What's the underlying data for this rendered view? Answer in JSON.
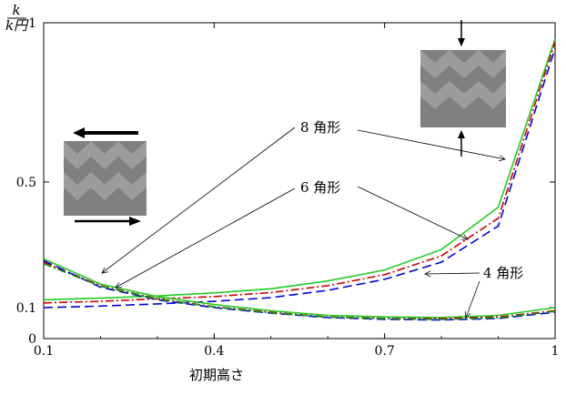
{
  "chart_data": {
    "type": "line",
    "xlabel": "初期高さ",
    "ylabel_numerator": "k",
    "ylabel_denominator": "k円",
    "xlim": [
      0.1,
      1.0
    ],
    "ylim": [
      0,
      1.0
    ],
    "x_ticks": [
      "0.1",
      "0.4",
      "0.7",
      "1"
    ],
    "y_ticks": [
      "0",
      "0.1",
      "0.5",
      "1"
    ],
    "y_tick_values": [
      0,
      0.1,
      0.5,
      1.0
    ],
    "x_tick_values": [
      0.1,
      0.4,
      0.7,
      1.0
    ],
    "colors": {
      "octagon": "#22cc22",
      "hexagon": "#cc0000",
      "dashdot2": "#1e8c1e",
      "square": "#0000dd"
    },
    "annotations": {
      "octagon": "8 角形",
      "hexagon": "6 角形",
      "square": "4 角形"
    },
    "series": [
      {
        "annotation": "octagon",
        "style": "solid",
        "color": "#22cc22",
        "group": "compression",
        "x": [
          0.1,
          0.2,
          0.3,
          0.4,
          0.5,
          0.6,
          0.7,
          0.8,
          0.9,
          1.0
        ],
        "y": [
          0.125,
          0.13,
          0.137,
          0.147,
          0.16,
          0.185,
          0.22,
          0.285,
          0.42,
          0.95
        ]
      },
      {
        "annotation": "hexagon",
        "style": "dashdot",
        "color": "#cc0000",
        "group": "compression",
        "x": [
          0.1,
          0.2,
          0.3,
          0.4,
          0.5,
          0.6,
          0.7,
          0.8,
          0.9,
          1.0
        ],
        "y": [
          0.115,
          0.12,
          0.128,
          0.135,
          0.148,
          0.17,
          0.205,
          0.265,
          0.385,
          0.94
        ]
      },
      {
        "annotation": "square",
        "style": "dashed",
        "color": "#0000dd",
        "group": "compression",
        "x": [
          0.1,
          0.2,
          0.3,
          0.4,
          0.5,
          0.6,
          0.7,
          0.8,
          0.9,
          1.0
        ],
        "y": [
          0.1,
          0.105,
          0.112,
          0.12,
          0.132,
          0.155,
          0.19,
          0.245,
          0.36,
          0.92
        ]
      },
      {
        "annotation": "octagon",
        "style": "solid",
        "color": "#22cc22",
        "group": "shear",
        "x": [
          0.1,
          0.2,
          0.3,
          0.4,
          0.5,
          0.6,
          0.7,
          0.8,
          0.9,
          1.0
        ],
        "y": [
          0.255,
          0.175,
          0.135,
          0.11,
          0.09,
          0.075,
          0.07,
          0.068,
          0.075,
          0.1
        ]
      },
      {
        "annotation": "hexagon",
        "style": "dashdot",
        "color": "#cc0000",
        "group": "shear",
        "x": [
          0.1,
          0.2,
          0.3,
          0.4,
          0.5,
          0.6,
          0.7,
          0.8,
          0.9,
          1.0
        ],
        "y": [
          0.245,
          0.17,
          0.128,
          0.103,
          0.085,
          0.07,
          0.065,
          0.065,
          0.07,
          0.09
        ]
      },
      {
        "annotation": "square",
        "style": "dashed",
        "color": "#0000dd",
        "group": "shear",
        "x": [
          0.1,
          0.2,
          0.3,
          0.4,
          0.5,
          0.6,
          0.7,
          0.8,
          0.9,
          1.0
        ],
        "y": [
          0.25,
          0.165,
          0.125,
          0.1,
          0.082,
          0.068,
          0.062,
          0.06,
          0.065,
          0.085
        ]
      },
      {
        "annotation": "hexagon",
        "style": "dashdot",
        "color": "#1e8c1e",
        "group": "shear",
        "x": [
          0.1,
          0.2,
          0.3,
          0.4,
          0.5,
          0.6,
          0.7,
          0.8,
          0.9,
          1.0
        ],
        "y": [
          0.24,
          0.168,
          0.127,
          0.102,
          0.083,
          0.069,
          0.064,
          0.062,
          0.067,
          0.088
        ]
      }
    ]
  }
}
